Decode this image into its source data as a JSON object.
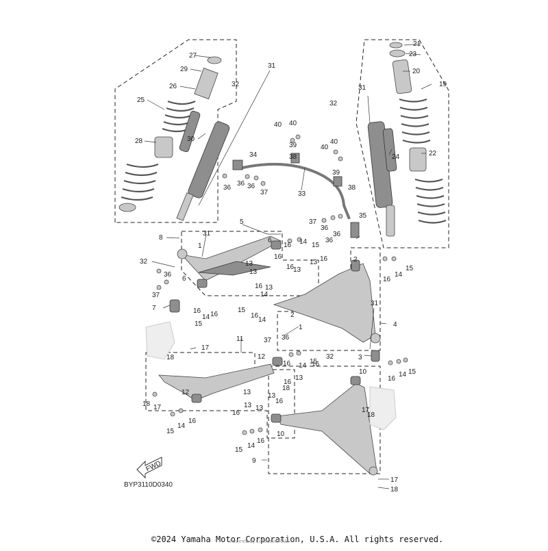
{
  "diagram": {
    "code": "BYP3110D0340",
    "fwd_label": "FWD",
    "copyright": "©2024 Yamaha Motor Corporation, U.S.A. All rights reserved.",
    "watermark": "Powered by Collective RAM",
    "callouts": [
      "1",
      "2",
      "3",
      "4",
      "5",
      "6",
      "7",
      "8",
      "9",
      "10",
      "11",
      "12",
      "13",
      "14",
      "15",
      "16",
      "17",
      "18",
      "19",
      "20",
      "21",
      "22",
      "23",
      "24",
      "25",
      "26",
      "27",
      "28",
      "29",
      "30",
      "31",
      "32",
      "33",
      "34",
      "35",
      "36",
      "37",
      "38",
      "39",
      "40"
    ]
  }
}
